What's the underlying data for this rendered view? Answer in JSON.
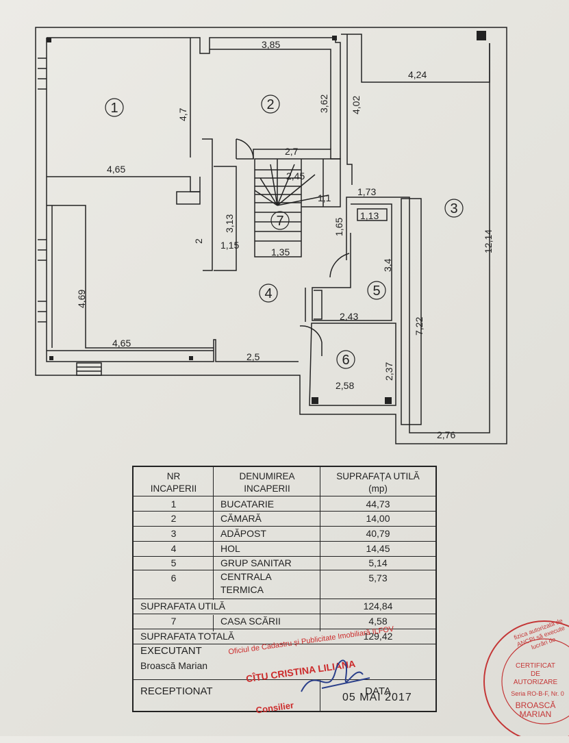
{
  "plan": {
    "rooms": [
      "1",
      "2",
      "3",
      "4",
      "5",
      "6",
      "7"
    ],
    "dims": {
      "d385": "3,85",
      "d47": "4,7",
      "d362": "3,62",
      "d402": "4,02",
      "d424": "4,24",
      "d465a": "4,65",
      "d27": "2,7",
      "d245": "2,45",
      "d11": "1,1",
      "d173": "1,73",
      "d313": "3,13",
      "d165": "1,65",
      "d113": "1,13",
      "d1214": "12,14",
      "d2": "2",
      "d115": "1,15",
      "d135": "1,35",
      "d34": "3,4",
      "d469": "4,69",
      "d243": "2,43",
      "d722": "7,22",
      "d465b": "4,65",
      "d25": "2,5",
      "d237": "2,37",
      "d258": "2,58",
      "d276": "2,76"
    }
  },
  "table": {
    "header": {
      "col1_l1": "NR",
      "col1_l2": "INCAPERII",
      "col2_l1": "DENUMIREA",
      "col2_l2": "INCAPERII",
      "col3_l1": "SUPRAFAȚA UTILĂ",
      "col3_l2": "(mp)"
    },
    "rows": [
      {
        "nr": "1",
        "name": "BUCATARIE",
        "area": "44,73"
      },
      {
        "nr": "2",
        "name": "CĂMARĂ",
        "area": "14,00"
      },
      {
        "nr": "3",
        "name": "ADĂPOST",
        "area": "40,79"
      },
      {
        "nr": "4",
        "name": "HOL",
        "area": "14,45"
      },
      {
        "nr": "5",
        "name": "GRUP SANITAR",
        "area": "5,14"
      },
      {
        "nr": "6",
        "name": "CENTRALA",
        "name2": "TERMICA",
        "area": "5,73"
      }
    ],
    "util_label": "SUPRAFATA UTILĂ",
    "util_value": "124,84",
    "stair": {
      "nr": "7",
      "name": "CASA SCĂRII",
      "area": "4,58"
    },
    "total_label": "SUPRAFATA TOTALĂ",
    "total_value": "129,42",
    "executant_label": "EXECUTANT",
    "executant_name": "Broască Marian",
    "receptionat_label": "RECEPTIONAT",
    "data_label": "DATA",
    "date_value": "05 MAI 2017"
  },
  "stamp": {
    "office": "Oficiul de Cadastru și Publicitate Imobiliară ILFOV",
    "name": "CÎTU CRISTINA LILIANA",
    "role": "Consilier"
  },
  "round_stamp": {
    "l1": "CERTIFICAT",
    "l2": "DE",
    "l3": "AUTORIZARE",
    "l4": "Seria RO-B-F, Nr. 0",
    "l5": "BROASCĂ",
    "l6": "MARIAN",
    "arc": "fizica autorizată de ANCPI să execute lucrări de"
  },
  "colors": {
    "ink": "#222222",
    "stamp_red": "#cc2b2b",
    "paper": "#e8e7e1"
  }
}
